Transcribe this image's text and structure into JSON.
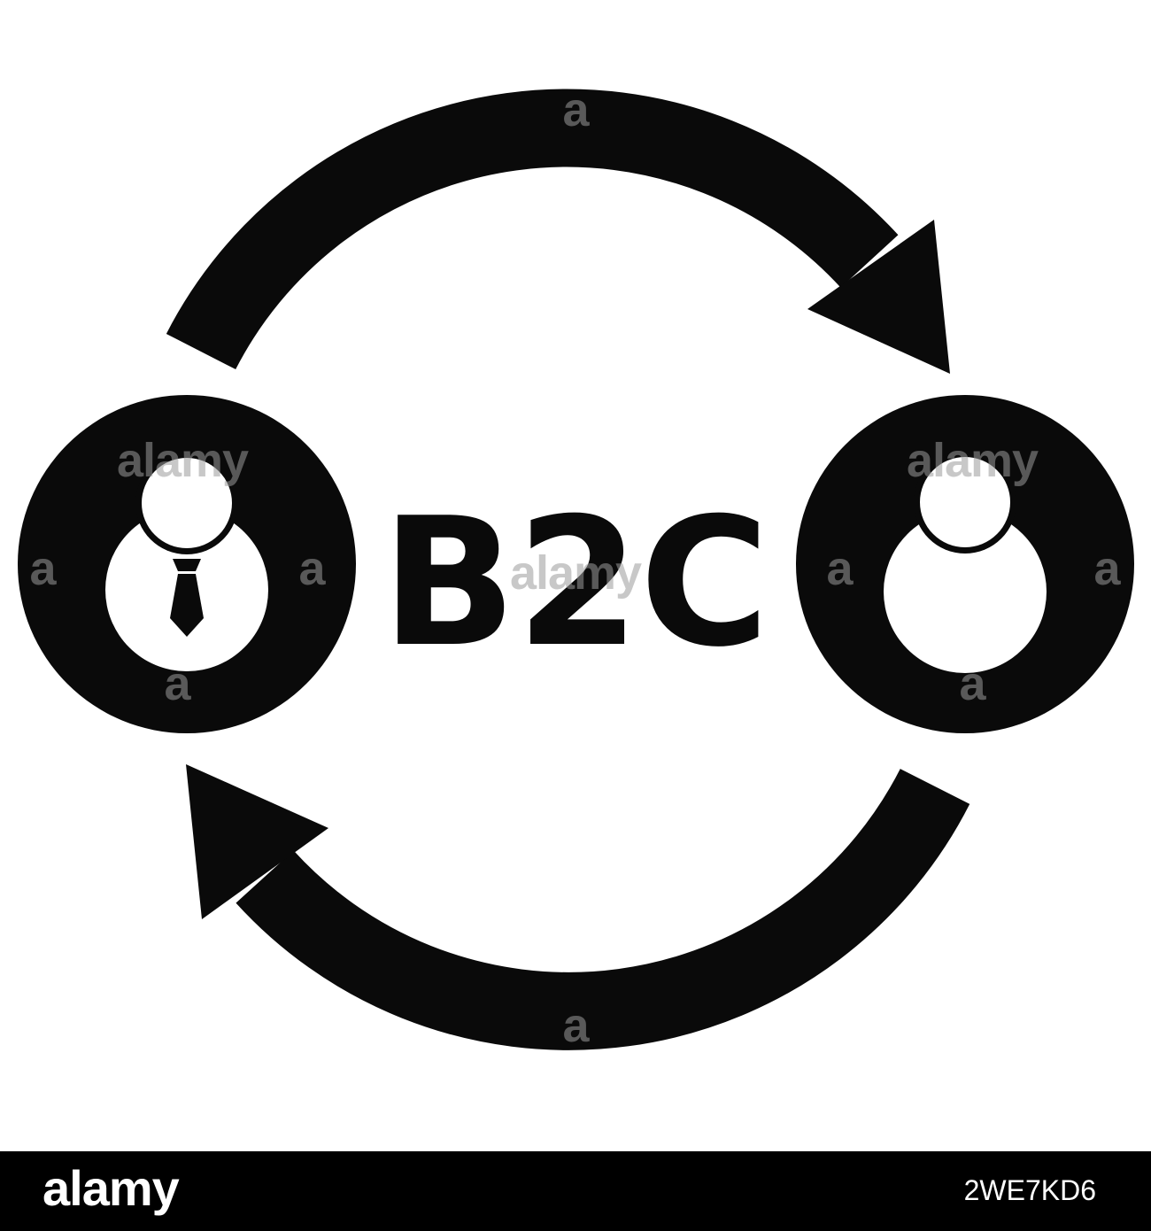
{
  "diagram": {
    "center_label": "B2C",
    "left_node": {
      "name": "business",
      "icon": "businessman-with-tie-icon"
    },
    "right_node": {
      "name": "consumer",
      "icon": "person-icon"
    },
    "arrows": [
      {
        "from": "business",
        "to": "consumer",
        "icon": "clockwise-arrow-icon"
      },
      {
        "from": "consumer",
        "to": "business",
        "icon": "clockwise-arrow-icon"
      }
    ]
  },
  "colors": {
    "ink": "#0a0a0a",
    "background": "#ffffff",
    "watermark": "#9a9a9a",
    "footer": "#000000",
    "footer_text": "#ffffff"
  },
  "watermark": {
    "text": "alamy",
    "mark": "a"
  },
  "footer": {
    "logo": "alamy",
    "image_id": "2WE7KD6"
  }
}
